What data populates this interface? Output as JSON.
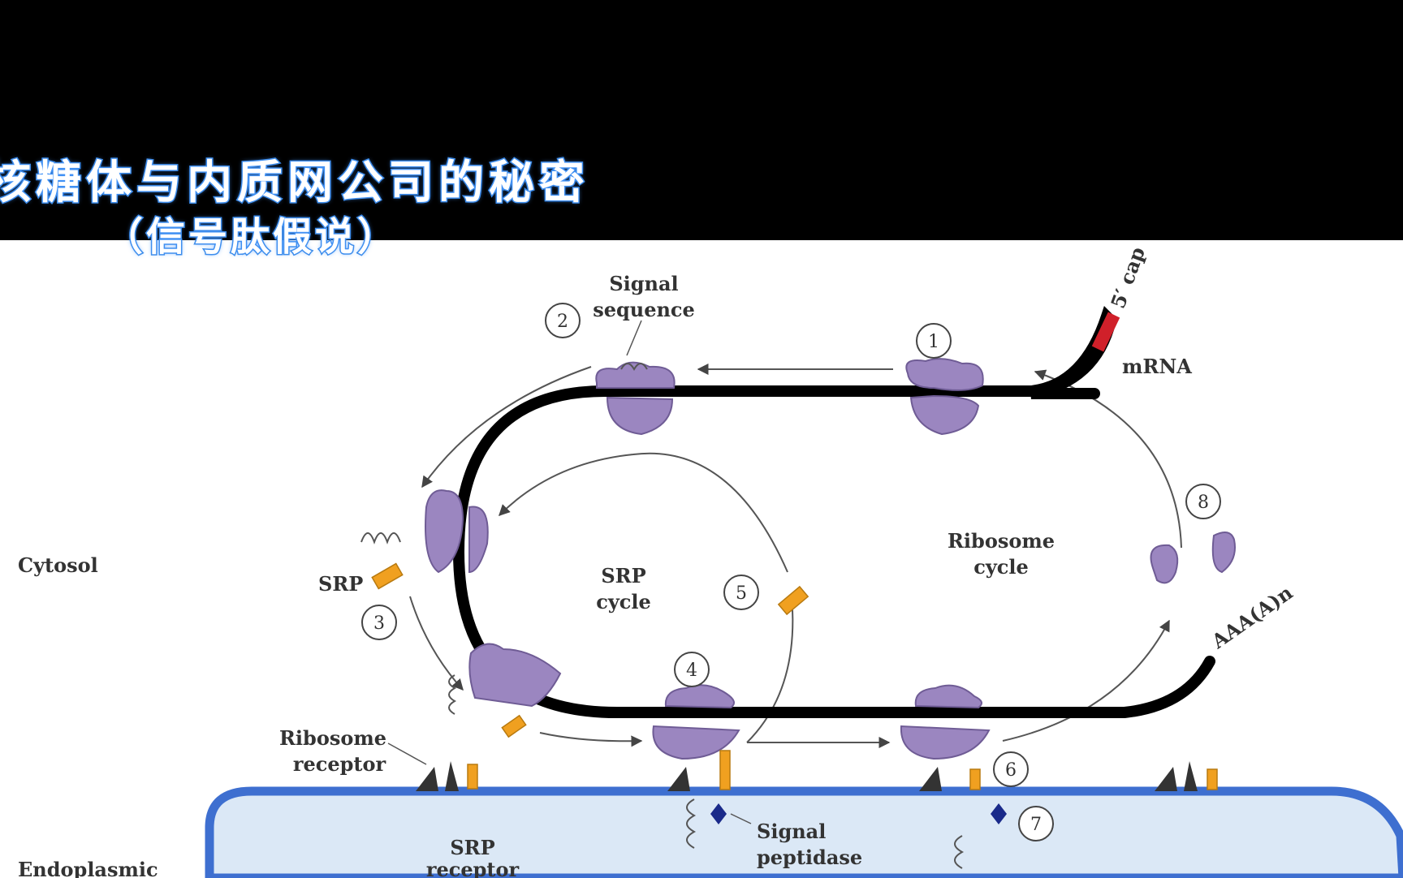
{
  "overlay": {
    "title_line1": "核糖体与内质网公司的秘密",
    "title_line2": "（信号肽假说）"
  },
  "diagram": {
    "labels": {
      "signal_sequence_1": "Signal",
      "signal_sequence_2": "sequence",
      "five_cap": "5′ cap",
      "mrna": "mRNA",
      "cytosol": "Cytosol",
      "srp": "SRP",
      "srp_cycle_1": "SRP",
      "srp_cycle_2": "cycle",
      "ribosome_cycle_1": "Ribosome",
      "ribosome_cycle_2": "cycle",
      "poly_a": "AAA(A)n",
      "ribosome_receptor_1": "Ribosome",
      "ribosome_receptor_2": "receptor",
      "srp_receptor_1": "SRP",
      "srp_receptor_2": "receptor",
      "signal_peptidase_1": "Signal",
      "signal_peptidase_2": "peptidase",
      "endoplasmic": "Endoplasmic"
    },
    "steps": [
      "1",
      "2",
      "3",
      "4",
      "5",
      "6",
      "7",
      "8"
    ],
    "colors": {
      "ribosome": "#9b86c0",
      "ribosome_stroke": "#6f5c95",
      "mrna": "#000000",
      "cap": "#d0202a",
      "srp": "#f0a020",
      "er_membrane": "#3e6fd0",
      "er_lumen": "#dbe8f6",
      "background": "#ffffff"
    }
  }
}
